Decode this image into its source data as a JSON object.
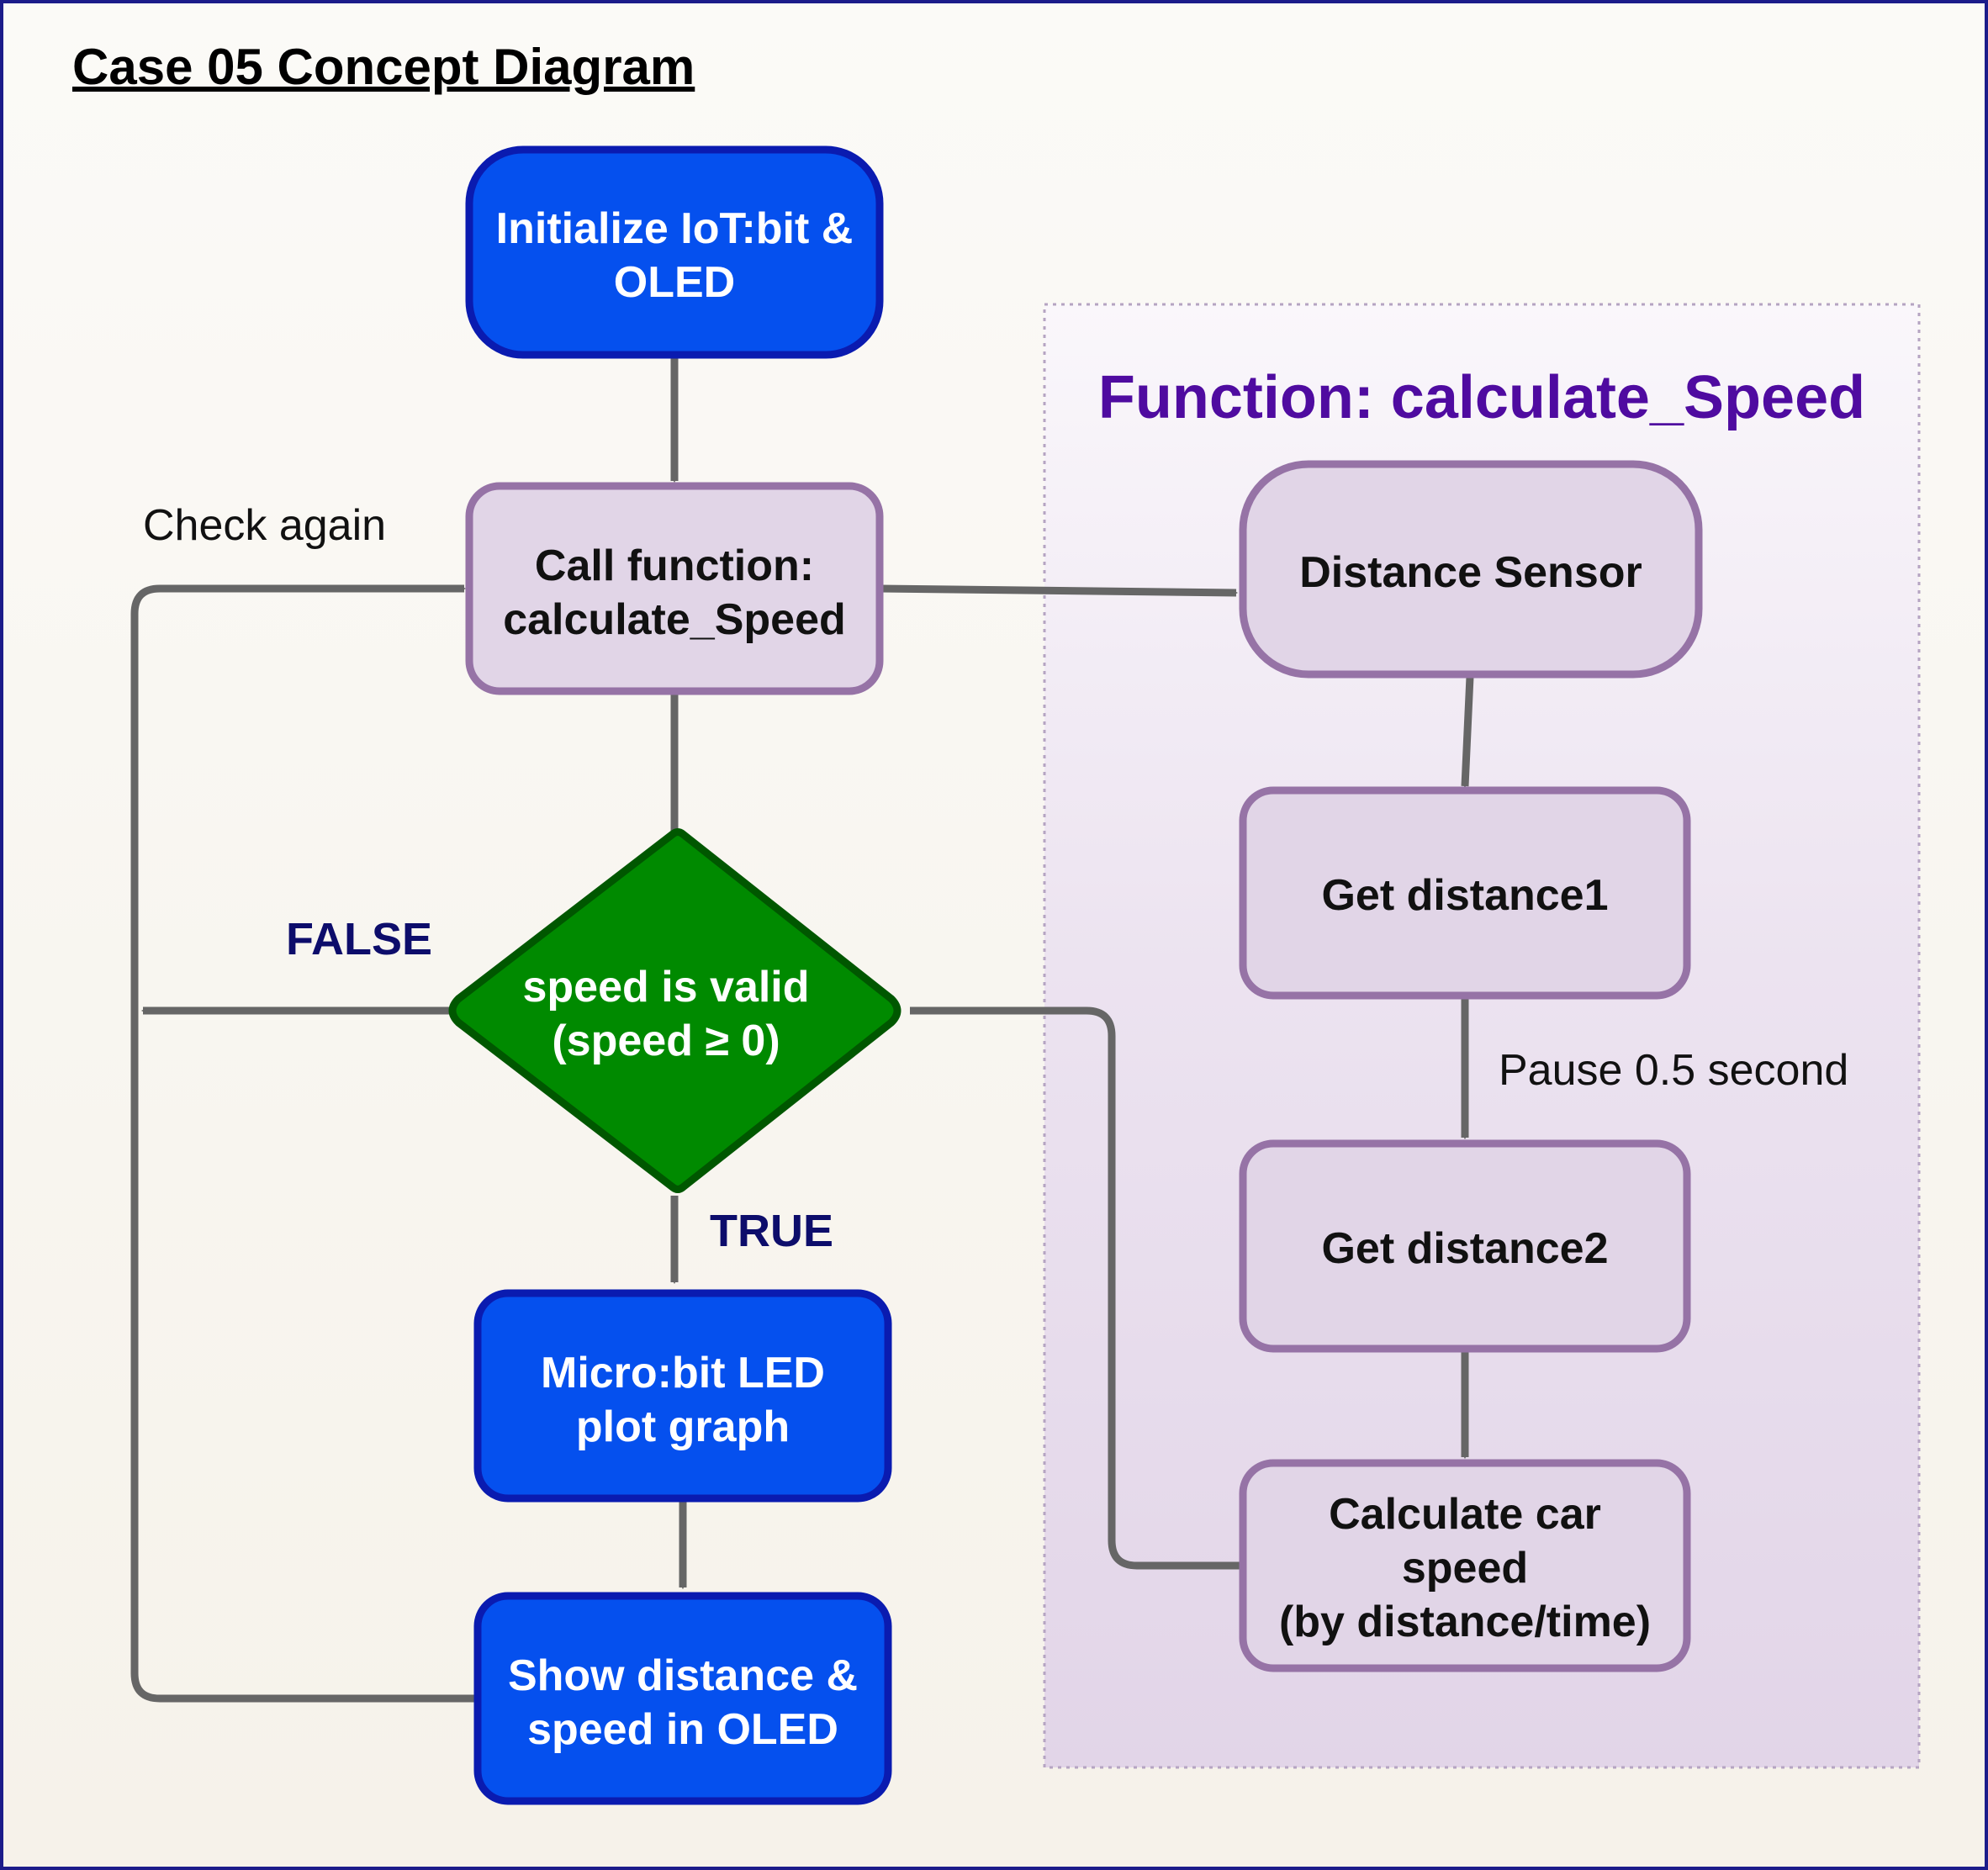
{
  "title": "Case 05 Concept Diagram",
  "function_panel": {
    "title": "Function: calculate_Speed"
  },
  "nodes": {
    "init": {
      "lines": [
        "Initialize IoT:bit &",
        "OLED"
      ]
    },
    "call": {
      "lines": [
        "Call function:",
        "calculate_Speed"
      ]
    },
    "decision": {
      "lines": [
        "speed is valid",
        "(speed ≥ 0)"
      ]
    },
    "led": {
      "lines": [
        "Micro:bit LED",
        "plot graph"
      ]
    },
    "show": {
      "lines": [
        "Show distance &",
        "speed in OLED"
      ]
    },
    "sensor": {
      "lines": [
        "Distance Sensor"
      ]
    },
    "d1": {
      "lines": [
        "Get distance1"
      ]
    },
    "d2": {
      "lines": [
        "Get distance2"
      ]
    },
    "calc": {
      "lines": [
        "Calculate car",
        "speed",
        "(by distance/time)"
      ]
    }
  },
  "labels": {
    "check_again": "Check again",
    "false": "FALSE",
    "true": "TRUE",
    "pause": "Pause 0.5 second"
  },
  "colors": {
    "blue_fill": "#0550ee",
    "blue_stroke": "#0a1bb0",
    "purple_fill": "#e1d5e7",
    "purple_stroke": "#9673a6",
    "green_fill": "#008a00",
    "green_stroke": "#005700",
    "connector": "#666666",
    "panel_fill": "#e4d8ea",
    "func_title": "#4f0ba0",
    "branch_label": "#0d0d6b"
  }
}
